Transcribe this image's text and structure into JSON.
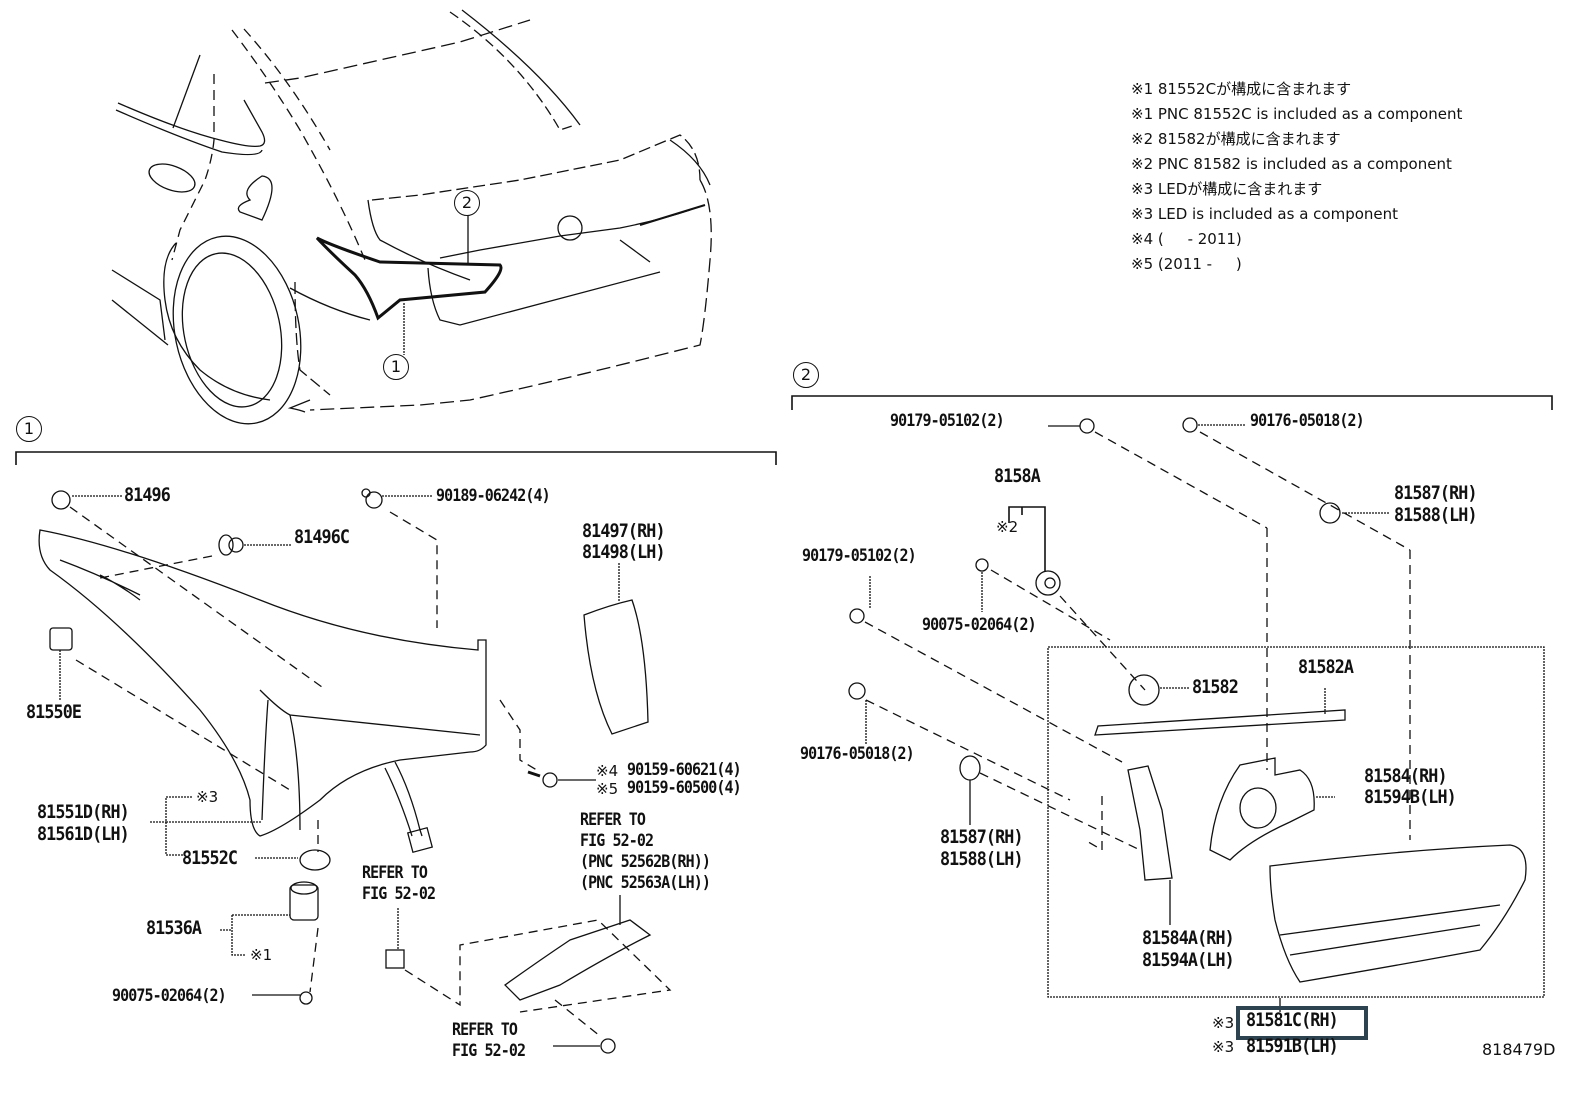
{
  "figure_id": "818479D",
  "notes": [
    "※1 81552Cが構成に含まれます",
    "※1 PNC 81552C is included as a component",
    "※2 81582が構成に含まれます",
    "※2 PNC 81582 is included as a component",
    "※3 LEDが構成に含まれます",
    "※3 LED is included as a component",
    "※4 (     - 2011)",
    "※5 (2011 -     )"
  ],
  "overview": {
    "callout_1": "1",
    "callout_2": "2"
  },
  "group1": {
    "callout": "1",
    "parts": {
      "p81496": "81496",
      "p81496c": "81496C",
      "p90189": "90189-06242(4)",
      "p81497_rh": "81497(RH)",
      "p81498_lh": "81498(LH)",
      "p81550e": "81550E",
      "p90159_a_mark": "※4",
      "p90159_a": "90159-60621(4)",
      "p90159_b_mark": "※5",
      "p90159_b": "90159-60500(4)",
      "p81551d_rh": "81551D(RH)",
      "p81561d_lh": "81561D(LH)",
      "p81551d_mark": "※3",
      "p81552c": "81552C",
      "p81536a": "81536A",
      "p81536a_mark": "※1",
      "p90075": "90075-02064(2)"
    },
    "refer_a": [
      "REFER TO",
      "FIG 52-02",
      "(PNC 52562B(RH))",
      "(PNC 52563A(LH))"
    ],
    "refer_b": [
      "REFER TO",
      "FIG 52-02"
    ],
    "refer_c": [
      "REFER TO",
      "FIG 52-02"
    ]
  },
  "group2": {
    "callout": "2",
    "parts": {
      "p90179_top": "90179-05102(2)",
      "p90176_top": "90176-05018(2)",
      "p8158a": "8158A",
      "p8158a_mark": "※2",
      "p90179_left": "90179-05102(2)",
      "p90075": "90075-02064(2)",
      "p81587_top_rh": "81587(RH)",
      "p81588_top_lh": "81588(LH)",
      "p90176_left": "90176-05018(2)",
      "p81582": "81582",
      "p81582a": "81582A",
      "p81584_rh": "81584(RH)",
      "p81594b_lh": "81594B(LH)",
      "p81587_rh": "81587(RH)",
      "p81588_lh": "81588(LH)",
      "p81584a_rh": "81584A(RH)",
      "p81594a_lh": "81594A(LH)",
      "p81581c_mark": "※3",
      "p81581c_rh": "81581C(RH)",
      "p81591b_mark": "※3",
      "p81591b_lh": "81591B(LH)"
    }
  },
  "highlight": {
    "part": "81581C(RH)",
    "color": "#2e4350"
  }
}
